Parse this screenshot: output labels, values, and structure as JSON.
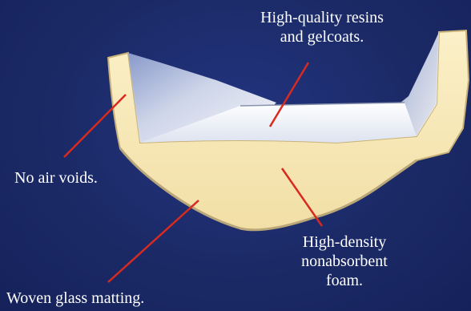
{
  "labels": {
    "resins": {
      "line1": "High-quality resins",
      "line2": "and gelcoats."
    },
    "voids": "No air voids.",
    "foam": {
      "line1": "High-density",
      "line2": "nonabsorbent",
      "line3": "foam."
    },
    "glass": "Woven glass matting."
  },
  "colors": {
    "background": "#1b2a66",
    "foam": "#f7e8b5",
    "hull_edge": "#c9b27a",
    "pointer": "#d82a1e",
    "deck": "#eef1f7",
    "label_text": "#ffffff"
  }
}
